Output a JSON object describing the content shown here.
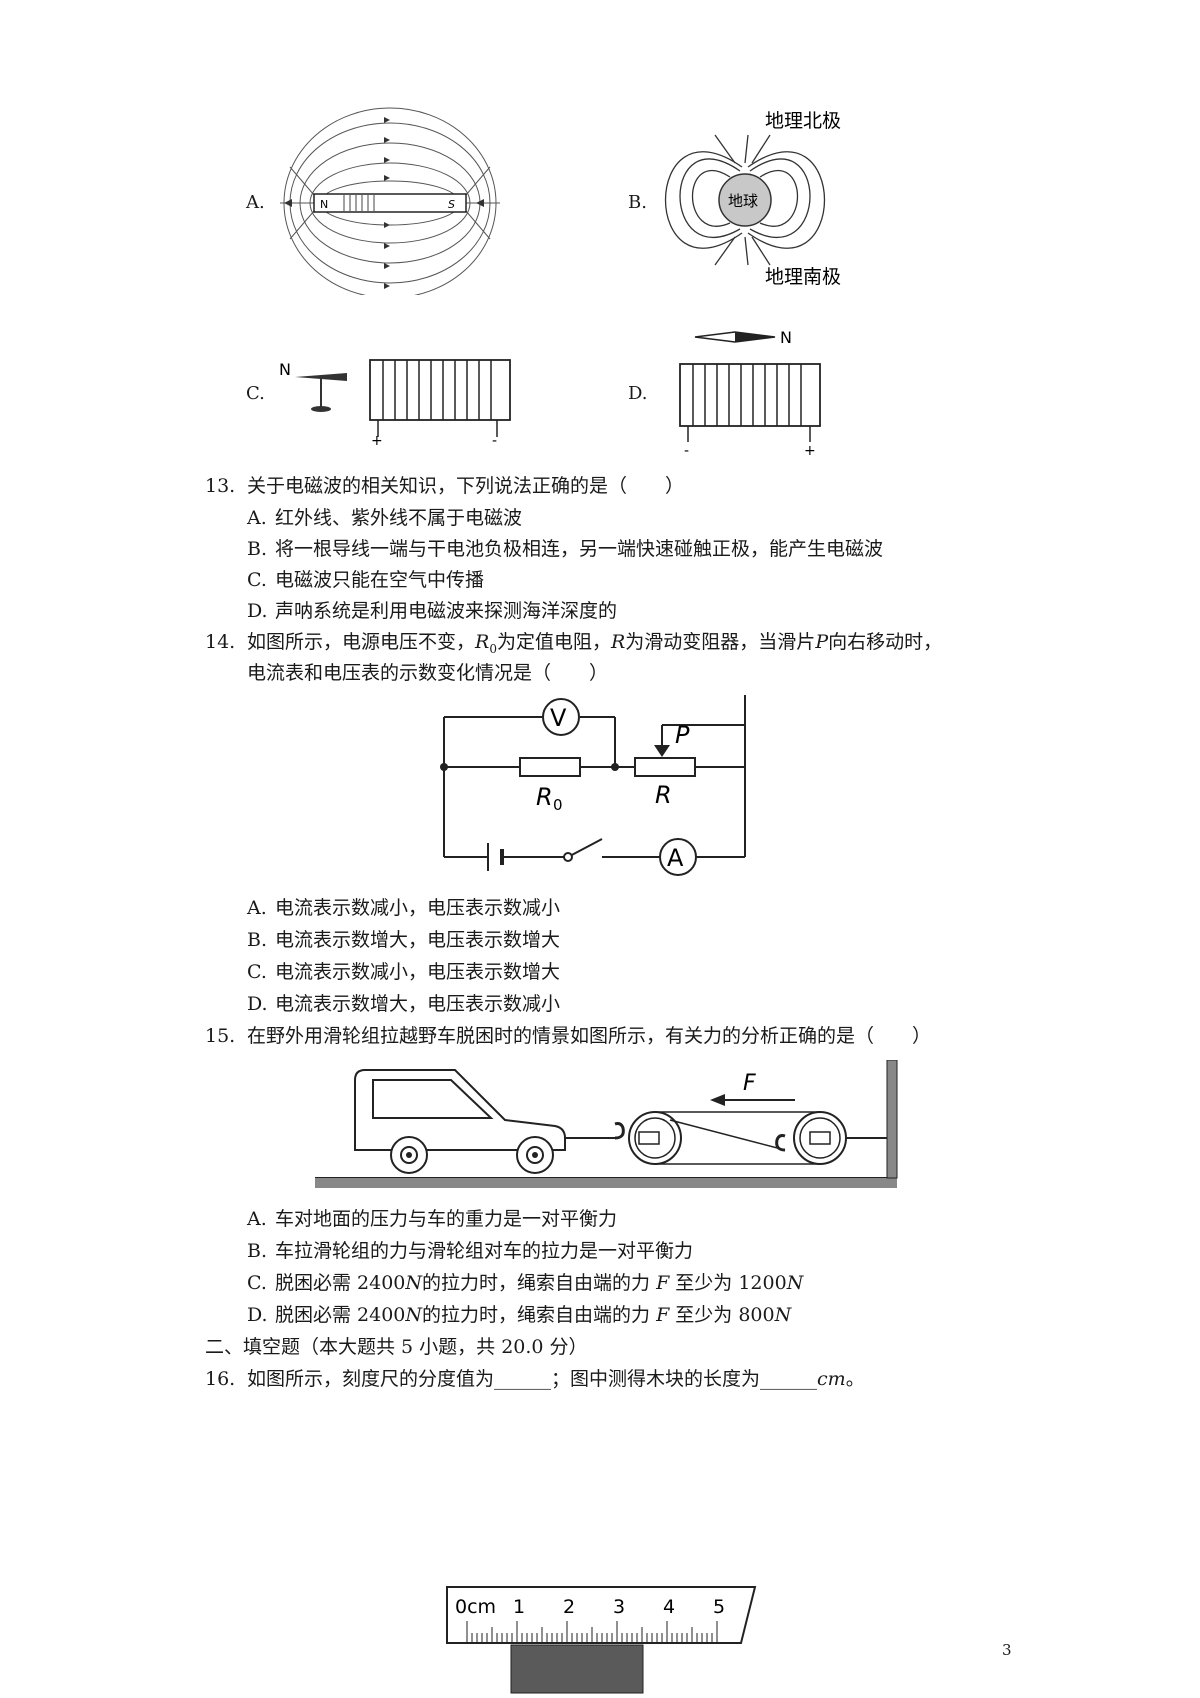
{
  "figure12": {
    "labels": [
      "A.",
      "B.",
      "C.",
      "D."
    ],
    "magnet_n": "N",
    "magnet_s": "S",
    "earth": "地球",
    "geo_north": "地理北极",
    "geo_south": "地理南极",
    "compass_n": "N",
    "plus": "+",
    "minus": "-"
  },
  "q13": {
    "num": "13.",
    "stem": "关于电磁波的相关知识，下列说法正确的是（　　）",
    "options": [
      {
        "letter": "A.",
        "text": "红外线、紫外线不属于电磁波"
      },
      {
        "letter": "B.",
        "text": "将一根导线一端与干电池负极相连，另一端快速碰触正极，能产生电磁波"
      },
      {
        "letter": "C.",
        "text": "电磁波只能在空气中传播"
      },
      {
        "letter": "D.",
        "text": "声呐系统是利用电磁波来探测海洋深度的"
      }
    ]
  },
  "q14": {
    "num": "14.",
    "stem_parts": [
      "如图所示，电源电压不变，",
      "R",
      "0",
      "为定值电阻，",
      "R",
      "为滑动变阻器，当滑片",
      "P",
      "向右移动时，"
    ],
    "stem_line2": "电流表和电压表的示数变化情况是（　　）",
    "circuit": {
      "v": "V",
      "a": "A",
      "p": "P",
      "r0": "R",
      "r0_sub": "0",
      "r": "R"
    },
    "options": [
      {
        "letter": "A.",
        "text": "电流表示数减小，电压表示数减小"
      },
      {
        "letter": "B.",
        "text": "电流表示数增大，电压表示数增大"
      },
      {
        "letter": "C.",
        "text": "电流表示数减小，电压表示数增大"
      },
      {
        "letter": "D.",
        "text": "电流表示数增大，电压表示数减小"
      }
    ]
  },
  "q15": {
    "num": "15.",
    "stem": "在野外用滑轮组拉越野车脱困时的情景如图所示，有关力的分析正确的是（　　）",
    "figure_f": "F",
    "options": [
      {
        "letter": "A.",
        "parts": [
          "车对地面的压力与车的重力是一对平衡力"
        ]
      },
      {
        "letter": "B.",
        "parts": [
          "车拉滑轮组的力与滑轮组对车的拉力是一对平衡力"
        ]
      },
      {
        "letter": "C.",
        "parts": [
          "脱困必需 2400",
          "N",
          "的拉力时，绳索自由端的力 ",
          "F",
          " 至少为 1200",
          "N"
        ]
      },
      {
        "letter": "D.",
        "parts": [
          "脱困必需 2400",
          "N",
          "的拉力时，绳索自由端的力 ",
          "F",
          " 至少为 800",
          "N"
        ]
      }
    ]
  },
  "section2": {
    "title": "二、填空题（本大题共 5 小题，共 20.0 分）"
  },
  "q16": {
    "num": "16.",
    "text_a": "如图所示，刻度尺的分度值为",
    "blank1": "______",
    "text_b": "；图中测得木块的长度为",
    "blank2": "______",
    "unit": "cm",
    "end": "。",
    "ruler": {
      "first": "0cm",
      "ticks": [
        "1",
        "2",
        "3",
        "4",
        "5"
      ]
    }
  },
  "page_number": "3"
}
